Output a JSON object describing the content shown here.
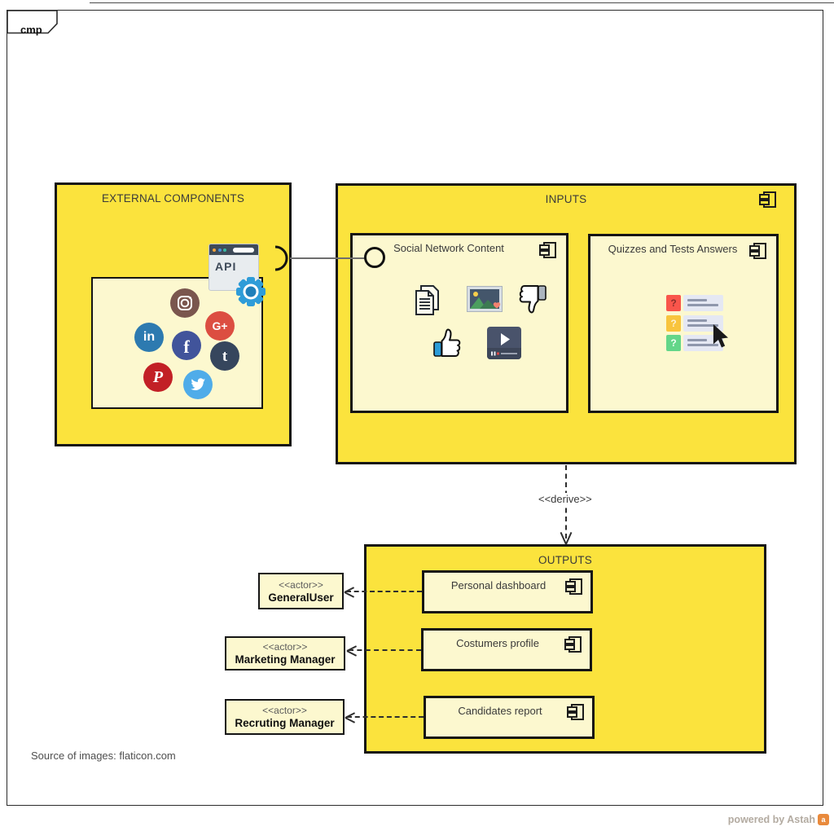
{
  "frame": {
    "tag_label": "cmp"
  },
  "external": {
    "title": "EXTERNAL COMPONENTS",
    "api_label": "API",
    "social_glyphs": {
      "linkedin": "in",
      "facebook": "f",
      "gplus": "G+",
      "tumblr": "t",
      "pinterest": "P"
    }
  },
  "inputs": {
    "title": "INPUTS",
    "social_box": {
      "title": "Social Network Content"
    },
    "quiz_box": {
      "title": "Quizzes and Tests Answers",
      "question_mark": "?"
    }
  },
  "connectors": {
    "derive_label": "<<derive>>"
  },
  "outputs": {
    "title": "OUTPUTS",
    "components": [
      {
        "label": "Personal dashboard"
      },
      {
        "label": "Costumers profile"
      },
      {
        "label": "Candidates report"
      }
    ]
  },
  "actors": [
    {
      "stereotype": "<<actor>>",
      "name": "GeneralUser"
    },
    {
      "stereotype": "<<actor>>",
      "name": "Marketing Manager"
    },
    {
      "stereotype": "<<actor>>",
      "name": "Recruting Manager"
    }
  ],
  "footer": {
    "source_note": "Source of images: flaticon.com",
    "watermark": "powered by Astah"
  },
  "colors": {
    "diagram_yellow": "#FBE33D",
    "component_cream": "#FCF8CF",
    "border_black": "#151515",
    "gear_blue": "#2E9CD8",
    "quiz_red": "#F9554B",
    "quiz_amber": "#F8C43D",
    "quiz_green": "#63D689",
    "twitter_blue": "#4FACE9",
    "facebook_blue": "#41549B",
    "linkedin_blue": "#2D7AB0",
    "gplus_red": "#DC4E41",
    "pinterest_red": "#C22026",
    "tumblr_navy": "#36465D",
    "instagram_brown": "#7A564E"
  }
}
